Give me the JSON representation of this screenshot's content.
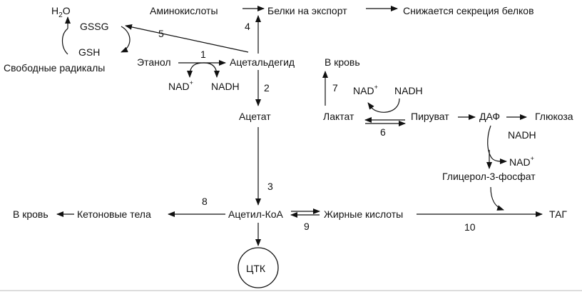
{
  "nodes": {
    "h2o_h": "H",
    "h2o_sub": "2",
    "h2o_o": "O",
    "gssg": "GSSG",
    "gsh": "GSH",
    "free_radicals": "Свободные радикалы",
    "amino_acids": "Аминокислоты",
    "export_proteins": "Белки на экспорт",
    "secretion_decreased": "Снижается секреция белков",
    "ethanol": "Этанол",
    "acetaldehyde": "Ацетальдегид",
    "nad_plus_1": "NAD",
    "nadh_1": "NADH",
    "acetate": "Ацетат",
    "to_blood_1": "В кровь",
    "nad_plus_2": "NAD",
    "nadh_2": "NADH",
    "lactate": "Лактат",
    "pyruvate": "Пируват",
    "dap": "ДАФ",
    "glucose": "Глюкоза",
    "nadh_3": "NADH",
    "nad_plus_3": "NAD",
    "glycerol_3_phosphate": "Глицерол-3-фосфат",
    "to_blood_2": "В кровь",
    "ketone_bodies": "Кетоновые тела",
    "acetyl_coa": "Ацетил-КоА",
    "fatty_acids": "Жирные кислоты",
    "tag": "ТАГ",
    "tca": "ЦТК",
    "plus_sign": "+"
  },
  "steps": {
    "s1": "1",
    "s2": "2",
    "s3": "3",
    "s4": "4",
    "s5": "5",
    "s6": "6",
    "s7": "7",
    "s8": "8",
    "s9": "9",
    "s10": "10"
  }
}
